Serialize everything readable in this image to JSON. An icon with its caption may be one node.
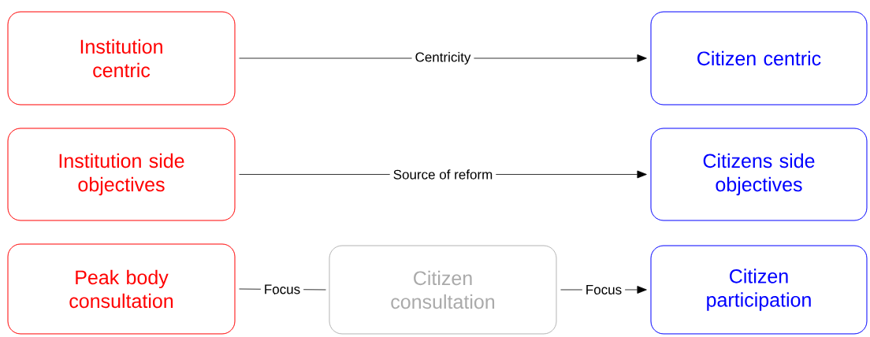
{
  "diagram": {
    "nodes": [
      {
        "text": [
          "Institution centric"
        ]
      },
      {
        "text": [
          "Citizen centric"
        ]
      },
      {
        "text": [
          "Institution side objectives"
        ]
      },
      {
        "text": [
          "Citizens side objectives"
        ]
      },
      {
        "text": [
          "Peak body consultation"
        ]
      },
      {
        "text": [
          "Citizen consultation"
        ]
      },
      {
        "text": [
          "Citizen participation"
        ]
      }
    ],
    "edges": [
      {
        "from": 0,
        "to": 1,
        "arrow": "to",
        "label": "Centricity"
      },
      {
        "from": 2,
        "to": 3,
        "arrow": "to",
        "label": "Source of reform"
      },
      {
        "from": 4,
        "to": 5,
        "arrow": "none",
        "label": "Focus"
      },
      {
        "from": 5,
        "to": 6,
        "arrow": "to",
        "label": "Focus"
      }
    ]
  }
}
